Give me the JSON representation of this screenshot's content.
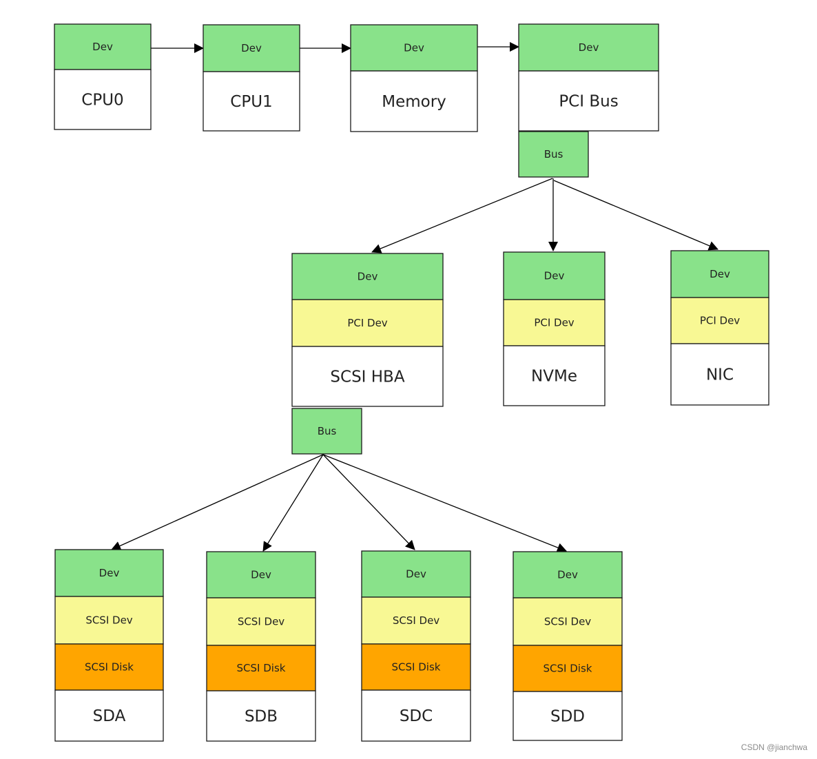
{
  "colors": {
    "dev": "#89e28a",
    "bus": "#89e28a",
    "pci_dev": "#f8f894",
    "scsi_dev": "#f8f894",
    "scsi_disk": "#ffa500",
    "main": "#ffffff",
    "stroke": "#1a1a1a"
  },
  "nodes": {
    "cpu0": {
      "layers": [
        "Dev"
      ],
      "main": "CPU0"
    },
    "cpu1": {
      "layers": [
        "Dev"
      ],
      "main": "CPU1"
    },
    "memory": {
      "layers": [
        "Dev"
      ],
      "main": "Memory"
    },
    "pci_bus": {
      "layers": [
        "Dev"
      ],
      "main": "PCI Bus",
      "bus": "Bus"
    },
    "scsi_hba": {
      "layers": [
        "Dev",
        "PCI Dev"
      ],
      "main": "SCSI HBA",
      "bus": "Bus"
    },
    "nvme": {
      "layers": [
        "Dev",
        "PCI Dev"
      ],
      "main": "NVMe"
    },
    "nic": {
      "layers": [
        "Dev",
        "PCI Dev"
      ],
      "main": "NIC"
    },
    "sda": {
      "layers": [
        "Dev",
        "SCSI Dev",
        "SCSI Disk"
      ],
      "main": "SDA"
    },
    "sdb": {
      "layers": [
        "Dev",
        "SCSI Dev",
        "SCSI Disk"
      ],
      "main": "SDB"
    },
    "sdc": {
      "layers": [
        "Dev",
        "SCSI Dev",
        "SCSI Disk"
      ],
      "main": "SDC"
    },
    "sdd": {
      "layers": [
        "Dev",
        "SCSI Dev",
        "SCSI Disk"
      ],
      "main": "SDD"
    }
  },
  "edges": [
    [
      "cpu0",
      "cpu1"
    ],
    [
      "cpu1",
      "memory"
    ],
    [
      "memory",
      "pci_bus"
    ],
    [
      "pci_bus",
      "scsi_hba"
    ],
    [
      "pci_bus",
      "nvme"
    ],
    [
      "pci_bus",
      "nic"
    ],
    [
      "scsi_hba",
      "sda"
    ],
    [
      "scsi_hba",
      "sdb"
    ],
    [
      "scsi_hba",
      "sdc"
    ],
    [
      "scsi_hba",
      "sdd"
    ]
  ],
  "watermark": "CSDN @jianchwa"
}
